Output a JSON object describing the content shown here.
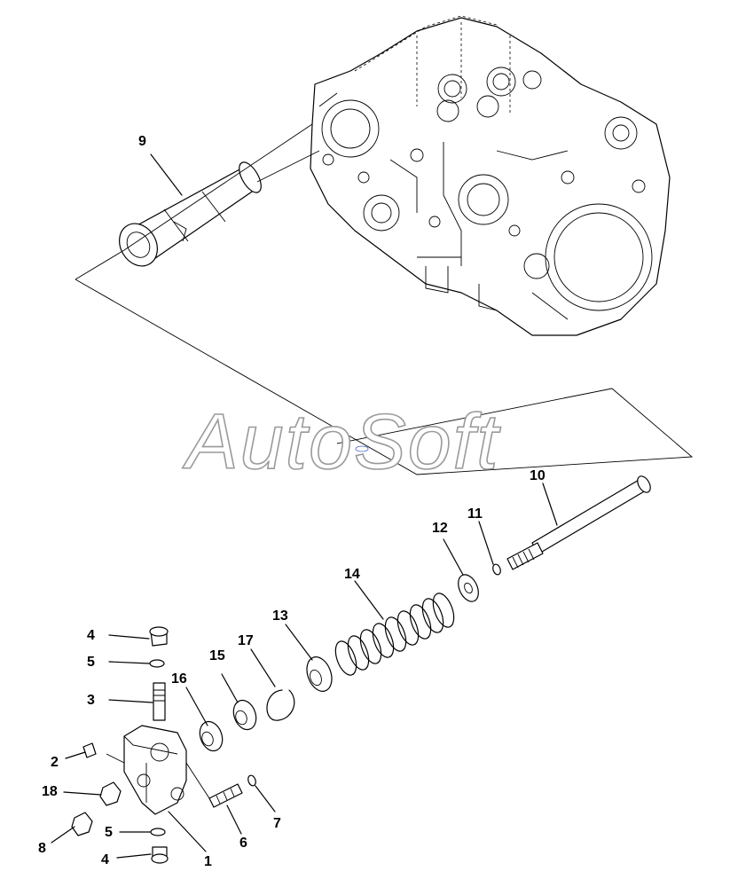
{
  "watermark": "AutoSoft",
  "callouts": [
    {
      "id": "c9",
      "text": "9"
    },
    {
      "id": "c10",
      "text": "10"
    },
    {
      "id": "c11",
      "text": "11"
    },
    {
      "id": "c12",
      "text": "12"
    },
    {
      "id": "c14",
      "text": "14"
    },
    {
      "id": "c13",
      "text": "13"
    },
    {
      "id": "c17",
      "text": "17"
    },
    {
      "id": "c15",
      "text": "15"
    },
    {
      "id": "c16",
      "text": "16"
    },
    {
      "id": "c4a",
      "text": "4"
    },
    {
      "id": "c5a",
      "text": "5"
    },
    {
      "id": "c3",
      "text": "3"
    },
    {
      "id": "c2",
      "text": "2"
    },
    {
      "id": "c18",
      "text": "18"
    },
    {
      "id": "c8",
      "text": "8"
    },
    {
      "id": "c5b",
      "text": "5"
    },
    {
      "id": "c4b",
      "text": "4"
    },
    {
      "id": "c1",
      "text": "1"
    },
    {
      "id": "c6",
      "text": "6"
    },
    {
      "id": "c7",
      "text": "7"
    }
  ]
}
